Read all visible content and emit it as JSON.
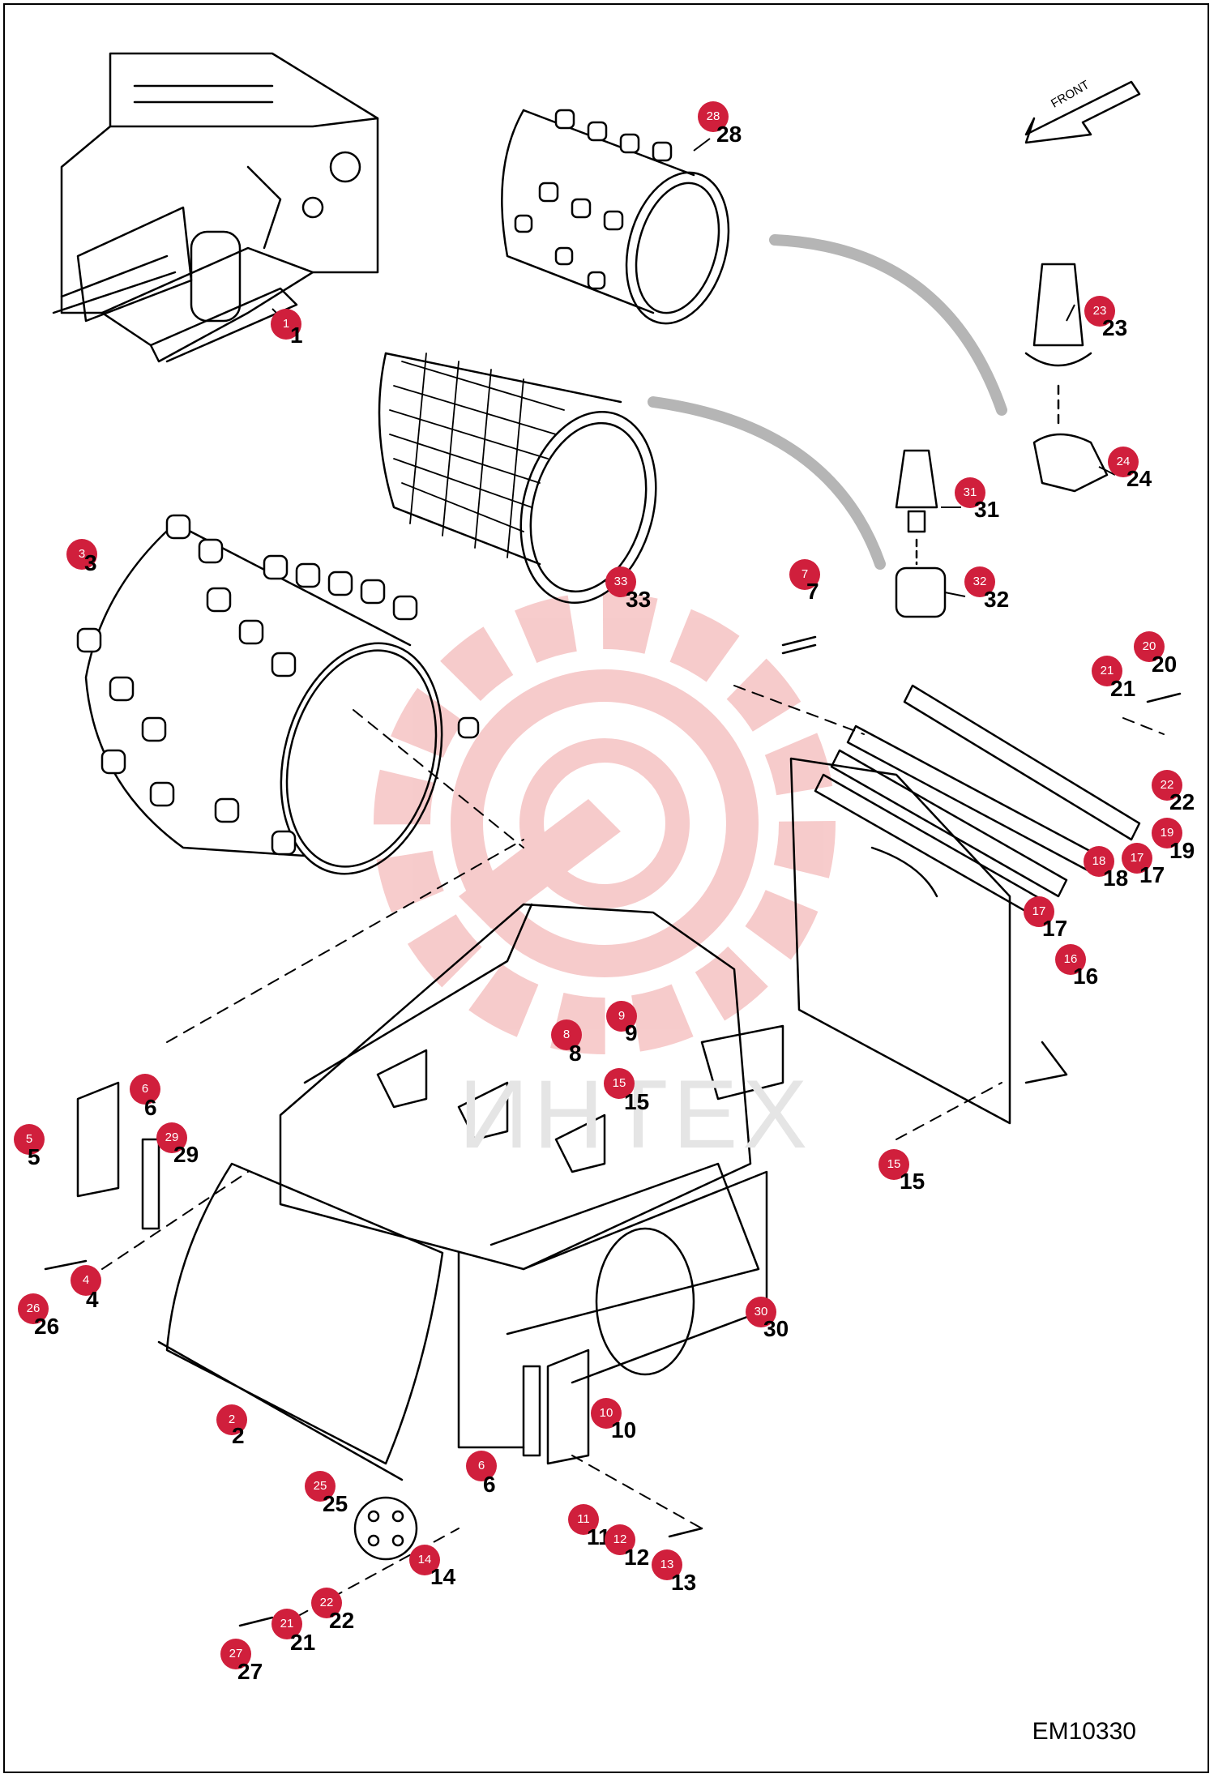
{
  "drawing": {
    "code": "EM10330",
    "direction_label": "FRONT",
    "watermark": "ИНТЕХ"
  },
  "colors": {
    "badge": "#d01f3c",
    "watermark_logo": "#f6c6c6",
    "leader_gray": "#b5b5b5",
    "line": "#000000"
  },
  "callouts": [
    {
      "id": "c1",
      "badge": "1",
      "label": "1"
    },
    {
      "id": "c2",
      "badge": "2",
      "label": "2"
    },
    {
      "id": "c3",
      "badge": "3",
      "label": "3"
    },
    {
      "id": "c4",
      "badge": "4",
      "label": "4"
    },
    {
      "id": "c5",
      "badge": "5",
      "label": "5"
    },
    {
      "id": "c6a",
      "badge": "6",
      "label": "6"
    },
    {
      "id": "c6b",
      "badge": "6",
      "label": "6"
    },
    {
      "id": "c7",
      "badge": "7",
      "label": "7"
    },
    {
      "id": "c8",
      "badge": "8",
      "label": "8"
    },
    {
      "id": "c9",
      "badge": "9",
      "label": "9"
    },
    {
      "id": "c10",
      "badge": "10",
      "label": "10"
    },
    {
      "id": "c11",
      "badge": "11",
      "label": "11"
    },
    {
      "id": "c12",
      "badge": "12",
      "label": "12"
    },
    {
      "id": "c13",
      "badge": "13",
      "label": "13"
    },
    {
      "id": "c14",
      "badge": "14",
      "label": "14"
    },
    {
      "id": "c15a",
      "badge": "15",
      "label": "15"
    },
    {
      "id": "c15b",
      "badge": "15",
      "label": "15"
    },
    {
      "id": "c16",
      "badge": "16",
      "label": "16"
    },
    {
      "id": "c17a",
      "badge": "17",
      "label": "17"
    },
    {
      "id": "c17b",
      "badge": "17",
      "label": "17"
    },
    {
      "id": "c18",
      "badge": "18",
      "label": "18"
    },
    {
      "id": "c19",
      "badge": "19",
      "label": "19"
    },
    {
      "id": "c20",
      "badge": "20",
      "label": "20"
    },
    {
      "id": "c21a",
      "badge": "21",
      "label": "21"
    },
    {
      "id": "c21b",
      "badge": "21",
      "label": "21"
    },
    {
      "id": "c22a",
      "badge": "22",
      "label": "22"
    },
    {
      "id": "c22b",
      "badge": "22",
      "label": "22"
    },
    {
      "id": "c23",
      "badge": "23",
      "label": "23"
    },
    {
      "id": "c24",
      "badge": "24",
      "label": "24"
    },
    {
      "id": "c25",
      "badge": "25",
      "label": "25"
    },
    {
      "id": "c26",
      "badge": "26",
      "label": "26"
    },
    {
      "id": "c27",
      "badge": "27",
      "label": "27"
    },
    {
      "id": "c28",
      "badge": "28",
      "label": "28"
    },
    {
      "id": "c29",
      "badge": "29",
      "label": "29"
    },
    {
      "id": "c30",
      "badge": "30",
      "label": "30"
    },
    {
      "id": "c31",
      "badge": "31",
      "label": "31"
    },
    {
      "id": "c32",
      "badge": "32",
      "label": "32"
    },
    {
      "id": "c33",
      "badge": "33",
      "label": "33"
    }
  ]
}
